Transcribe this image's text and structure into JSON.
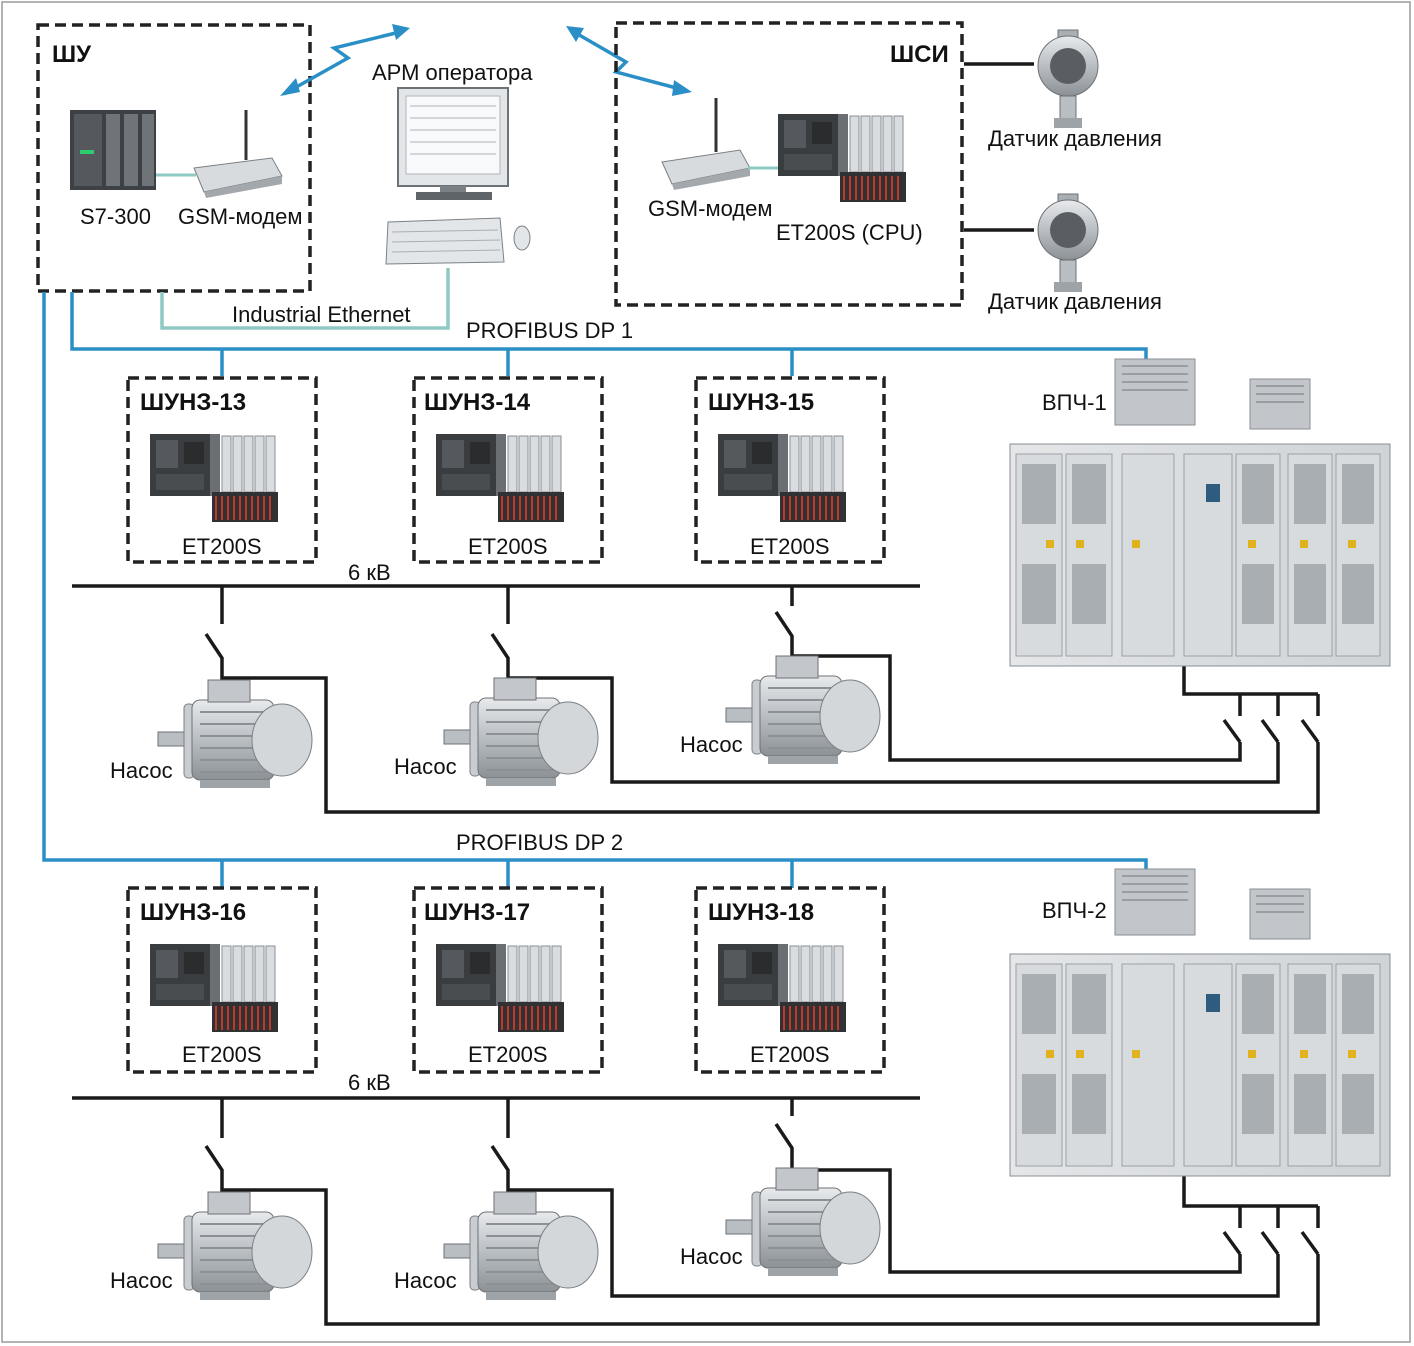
{
  "colors": {
    "profibus": "#2a8fc6",
    "ethernet": "#8fc9c3",
    "power": "#1a1a1a",
    "wireless": "#2a8fc6"
  },
  "control_cabinet": {
    "title": "ШУ",
    "plc_label": "S7-300",
    "modem_label": "GSM-модем"
  },
  "operator_station": {
    "label": "АРМ оператора"
  },
  "sensor_cabinet": {
    "title": "ШСИ",
    "modem_label": "GSM-модем",
    "cpu_label": "ET200S (CPU)"
  },
  "sensors": [
    {
      "label": "Датчик давления",
      "icon": "pressure-sensor-icon"
    },
    {
      "label": "Датчик давления",
      "icon": "pressure-sensor-icon"
    }
  ],
  "networks": {
    "ethernet_label": "Industrial Ethernet",
    "profibus1_label": "PROFIBUS DP 1",
    "profibus2_label": "PROFIBUS DP 2"
  },
  "group1": {
    "cabinets": [
      {
        "title": "ШУНЗ-13",
        "device": "ET200S"
      },
      {
        "title": "ШУНЗ-14",
        "device": "ET200S"
      },
      {
        "title": "ШУНЗ-15",
        "device": "ET200S"
      }
    ],
    "voltage_label": "6 кВ",
    "pumps": [
      "Насос",
      "Насос",
      "Насос"
    ],
    "vfd_label": "ВПЧ-1"
  },
  "group2": {
    "cabinets": [
      {
        "title": "ШУНЗ-16",
        "device": "ET200S"
      },
      {
        "title": "ШУНЗ-17",
        "device": "ET200S"
      },
      {
        "title": "ШУНЗ-18",
        "device": "ET200S"
      }
    ],
    "voltage_label": "6 кВ",
    "pumps": [
      "Насос",
      "Насос",
      "Насос"
    ],
    "vfd_label": "ВПЧ-2"
  }
}
